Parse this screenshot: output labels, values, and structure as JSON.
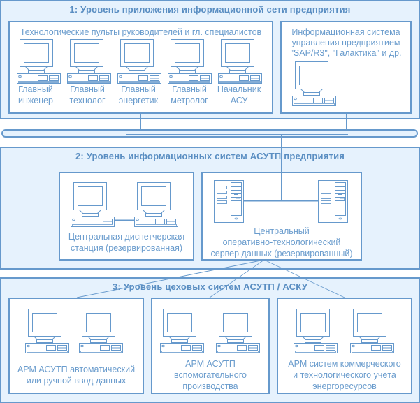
{
  "levels": [
    {
      "title": "1: Уровень приложения информационной сети предприятия",
      "groups": [
        {
          "title": "Технологические пульты руководителей и гл. специалистов",
          "workstations": [
            {
              "label_line1": "Главный",
              "label_line2": "инженер"
            },
            {
              "label_line1": "Главный",
              "label_line2": "технолог"
            },
            {
              "label_line1": "Главный",
              "label_line2": "энергетик"
            },
            {
              "label_line1": "Главный",
              "label_line2": "метролог"
            },
            {
              "label_line1": "Начальник",
              "label_line2": "АСУ"
            }
          ]
        },
        {
          "title_line1": "Информационная система",
          "title_line2": "управления предприятием",
          "title_line3": "\"SAP/R3\", \"Галактика\" и др."
        }
      ]
    },
    {
      "title": "2: Уровень информационных систем АСУТП предприятия",
      "groups": [
        {
          "label_line1": "Центральная диспетчерская",
          "label_line2": "станция (резервированная)"
        },
        {
          "label_line1": "Центральный",
          "label_line2": "оперативно-технологический",
          "label_line3": "сервер данных (резервированный)"
        }
      ]
    },
    {
      "title": "3: Уровень цеховых систем АСУТП / АСКУ",
      "groups": [
        {
          "label_line1": "АРМ АСУТП автоматический",
          "label_line2": "или ручной ввод данных"
        },
        {
          "label_line1": "АРМ АСУТП",
          "label_line2": "вспомогательного",
          "label_line3": "производства"
        },
        {
          "label_line1": "АРМ систем коммерческого",
          "label_line2": "и технологического учёта",
          "label_line3": "энергоресурсов"
        }
      ]
    }
  ],
  "icons": {
    "workstation": "desktop-computer-icon",
    "server": "tower-server-icon",
    "network_bus": "network-bus"
  },
  "colors": {
    "stroke": "#6699cc",
    "level_fill": "#e6f2fd",
    "box_fill": "#ffffff",
    "text": "#6a9ccd",
    "title_text": "#5a8ec2"
  }
}
